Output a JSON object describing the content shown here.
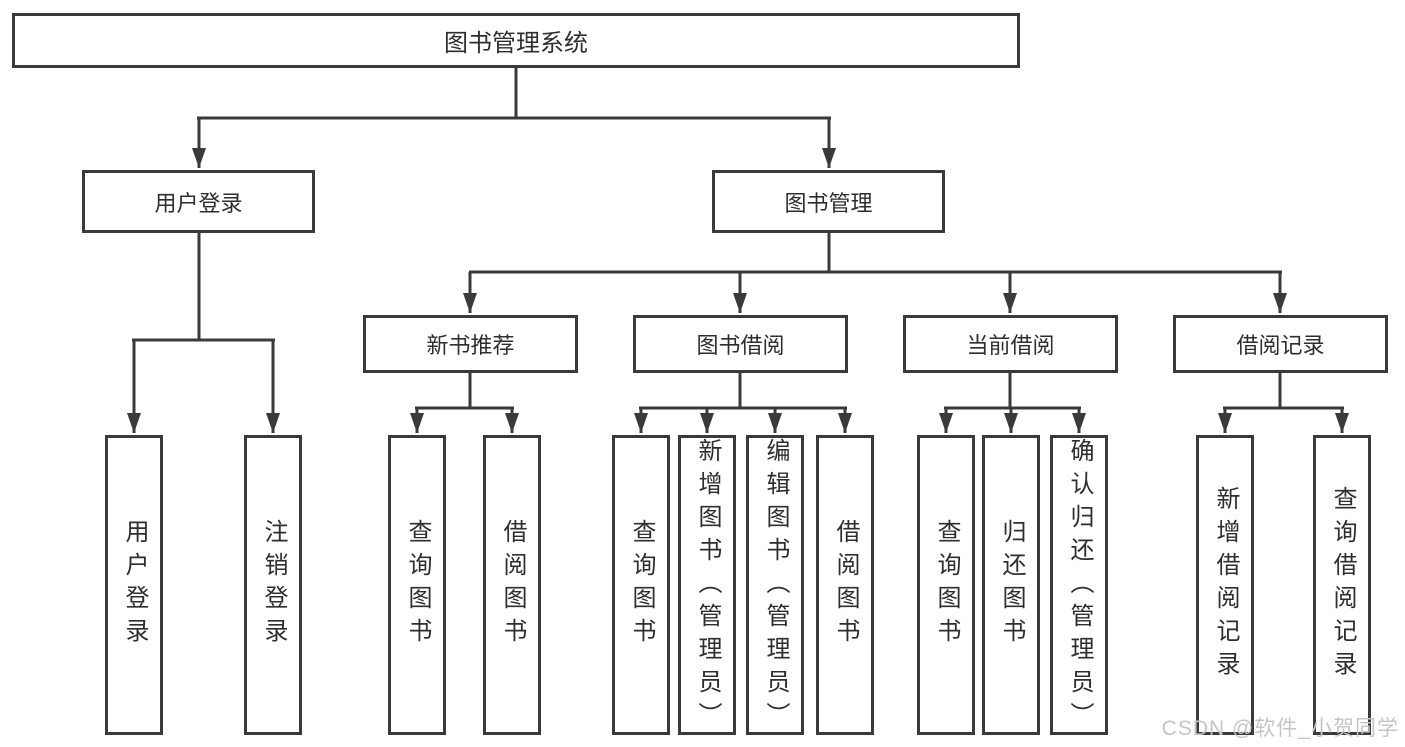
{
  "tree": {
    "root": {
      "label": "图书管理系统"
    },
    "level2": [
      {
        "label": "用户登录"
      },
      {
        "label": "图书管理"
      }
    ],
    "level3": [
      {
        "label": "新书推荐"
      },
      {
        "label": "图书借阅"
      },
      {
        "label": "当前借阅"
      },
      {
        "label": "借阅记录"
      }
    ],
    "leaves": {
      "user_login": [
        {
          "label": "用户登录"
        },
        {
          "label": "注销登录"
        }
      ],
      "new_books": [
        {
          "label": "查询图书"
        },
        {
          "label": "借阅图书"
        }
      ],
      "book_borrow": [
        {
          "label": "查询图书"
        },
        {
          "label": "新增图书（管理员）"
        },
        {
          "label": "编辑图书（管理员）"
        },
        {
          "label": "借阅图书"
        }
      ],
      "current_borrow": [
        {
          "label": "查询图书"
        },
        {
          "label": "归还图书"
        },
        {
          "label": "确认归还（管理员）"
        }
      ],
      "borrow_records": [
        {
          "label": "新增借阅记录"
        },
        {
          "label": "查询借阅记录"
        }
      ]
    }
  },
  "watermark": "CSDN @软件_小贺同学",
  "colors": {
    "line": "#3a3a3a",
    "text": "#2e2e2e",
    "watermark": "#c5c5c5",
    "background": "#ffffff"
  }
}
